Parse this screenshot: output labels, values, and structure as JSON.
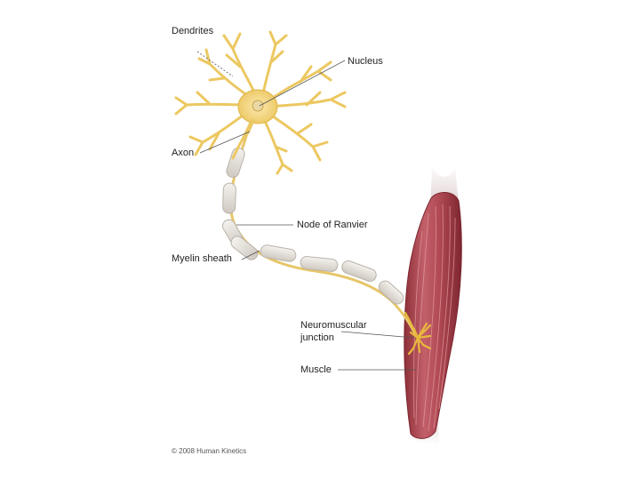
{
  "labels": {
    "dendrites": "Dendrites",
    "nucleus": "Nucleus",
    "axon": "Axon",
    "node_of_ranvier": "Node of Ranvier",
    "myelin_sheath": "Myelin sheath",
    "nmj_line1": "Neuromuscular",
    "nmj_line2": "junction",
    "muscle": "Muscle"
  },
  "credit": "© 2008 Human Kinetics",
  "colors": {
    "neuron_fill": "#f0d27a",
    "neuron_stroke": "#d9ad3c",
    "myelin_fill": "#e6e2dc",
    "myelin_stroke": "#b9b3aa",
    "muscle_dark": "#a8424a",
    "muscle_light": "#d07a7c",
    "leader_line": "#555555"
  }
}
